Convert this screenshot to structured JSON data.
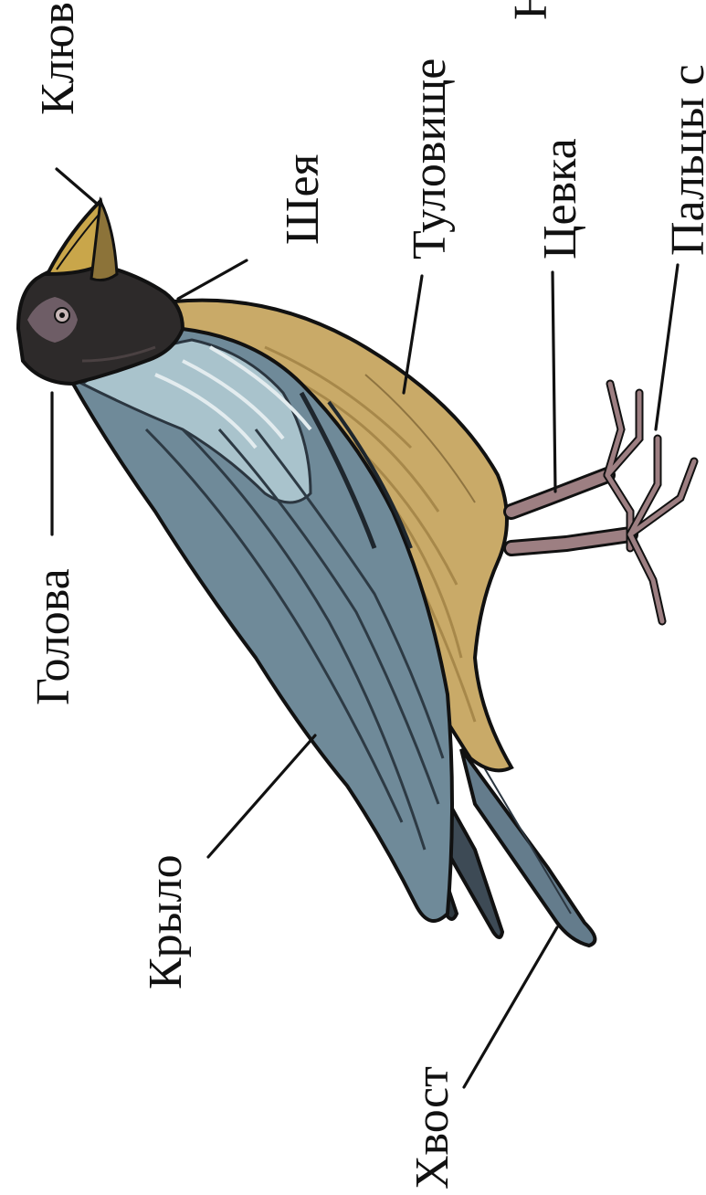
{
  "labels": {
    "beak": "Клюв",
    "neck": "Шея",
    "trunk": "Туловище",
    "legs_cut": "Н",
    "tarsus": "Цевка",
    "toes": "Пальцы с",
    "head": "Голова",
    "wing": "Крыло",
    "tail": "Хвост"
  },
  "colors": {
    "line": "#111111",
    "background": "#ffffff",
    "wing_blue": "#6f8a99",
    "wing_light": "#a9c3cc",
    "belly_tan": "#c9aa68",
    "head_dark": "#2d2a2a",
    "beak_yellow": "#c9a64a",
    "leg_pink": "#9d7f82"
  }
}
